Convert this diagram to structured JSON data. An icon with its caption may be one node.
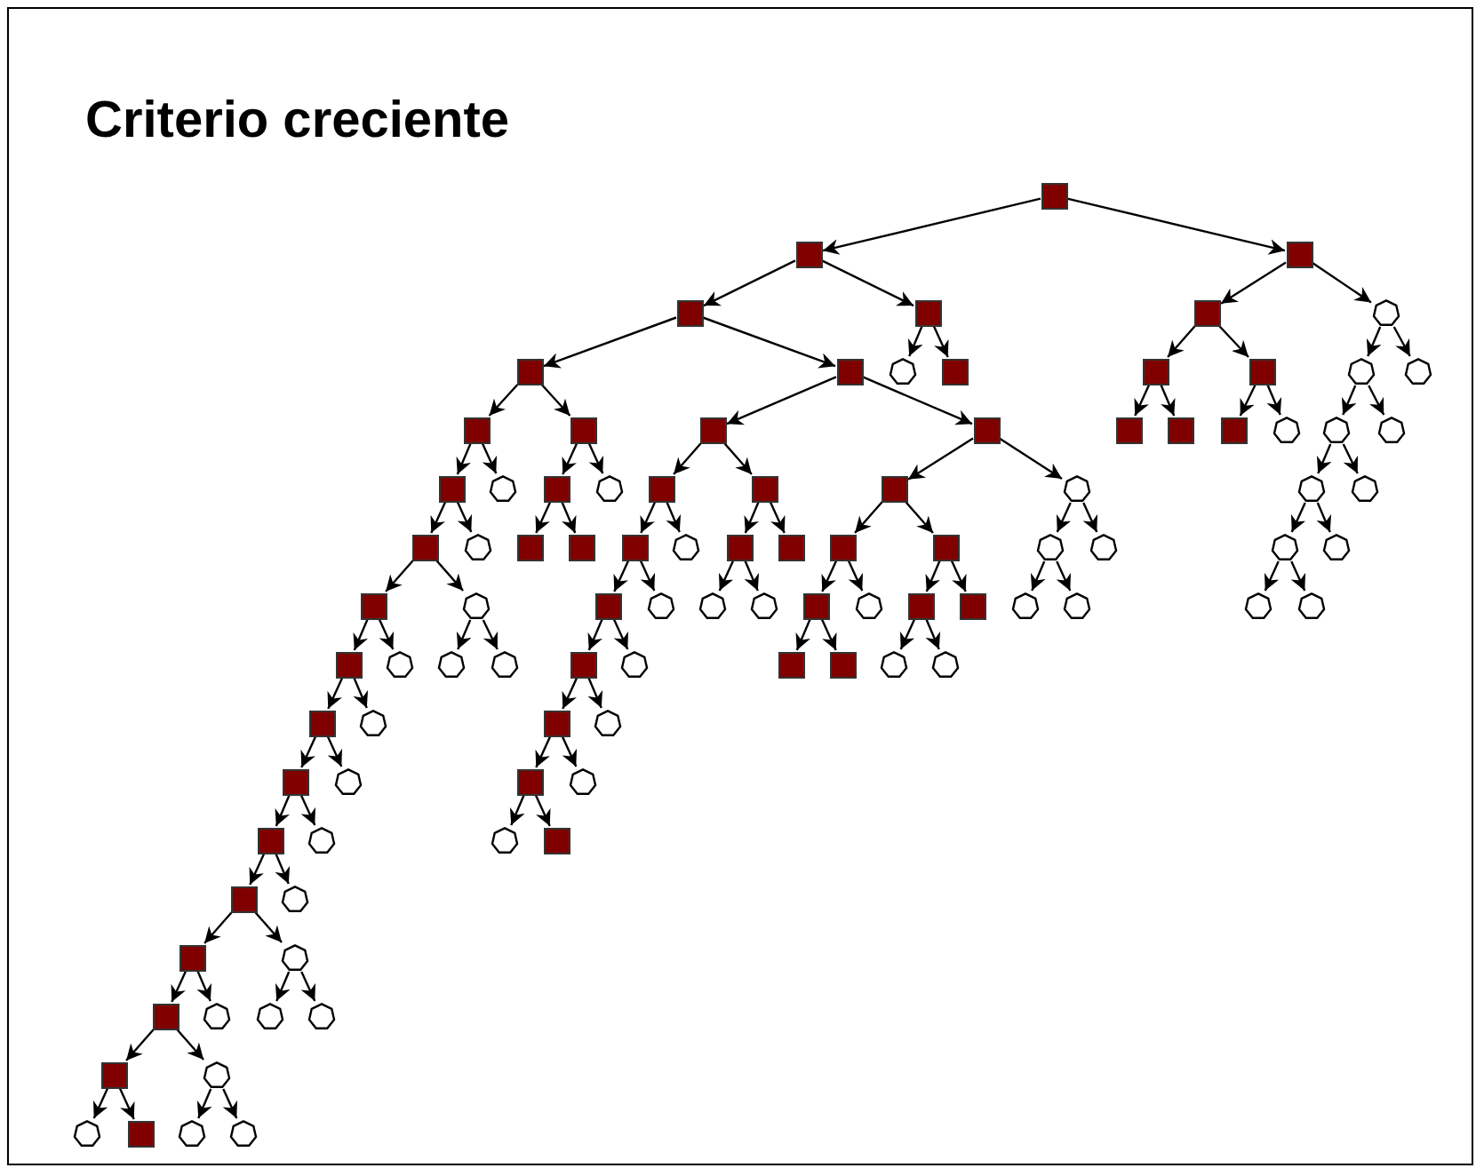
{
  "diagram": {
    "title": "Criterio creciente",
    "nodes": [
      {
        "text": [],
        "shape": "box"
      },
      {
        "text": [],
        "shape": "box"
      },
      {
        "text": [],
        "shape": "box"
      },
      {
        "text": [],
        "shape": "box"
      },
      {
        "text": [],
        "shape": "box"
      },
      {
        "text": [],
        "shape": "box"
      },
      {
        "text": [],
        "shape": "circle"
      },
      {
        "text": [],
        "shape": "box"
      },
      {
        "text": [],
        "shape": "box"
      },
      {
        "text": [],
        "shape": "circle"
      },
      {
        "text": [],
        "shape": "box"
      },
      {
        "text": [],
        "shape": "box"
      },
      {
        "text": [],
        "shape": "box"
      },
      {
        "text": [],
        "shape": "circle"
      },
      {
        "text": [],
        "shape": "circle"
      },
      {
        "text": [],
        "shape": "box"
      },
      {
        "text": [],
        "shape": "box"
      },
      {
        "text": [],
        "shape": "box"
      },
      {
        "text": [],
        "shape": "box"
      },
      {
        "text": [],
        "shape": "box"
      },
      {
        "text": [],
        "shape": "box"
      },
      {
        "text": [],
        "shape": "box"
      },
      {
        "text": [],
        "shape": "circle"
      },
      {
        "text": [],
        "shape": "circle"
      },
      {
        "text": [],
        "shape": "circle"
      },
      {
        "text": [],
        "shape": "box"
      },
      {
        "text": [],
        "shape": "circle"
      },
      {
        "text": [],
        "shape": "box"
      },
      {
        "text": [],
        "shape": "circle"
      },
      {
        "text": [],
        "shape": "box"
      },
      {
        "text": [],
        "shape": "box"
      },
      {
        "text": [],
        "shape": "box"
      },
      {
        "text": [],
        "shape": "circle"
      },
      {
        "text": [],
        "shape": "circle"
      },
      {
        "text": [],
        "shape": "circle"
      },
      {
        "text": [],
        "shape": "box"
      },
      {
        "text": [],
        "shape": "circle"
      },
      {
        "text": [],
        "shape": "box"
      },
      {
        "text": [],
        "shape": "box"
      },
      {
        "text": [],
        "shape": "box"
      },
      {
        "text": [],
        "shape": "circle"
      },
      {
        "text": [],
        "shape": "box"
      },
      {
        "text": [],
        "shape": "box"
      },
      {
        "text": [],
        "shape": "box"
      },
      {
        "text": [],
        "shape": "box"
      },
      {
        "text": [],
        "shape": "circle"
      },
      {
        "text": [],
        "shape": "circle"
      },
      {
        "text": [],
        "shape": "circle"
      },
      {
        "text": [],
        "shape": "circle"
      },
      {
        "text": [],
        "shape": "box"
      },
      {
        "text": [],
        "shape": "circle"
      },
      {
        "text": [],
        "shape": "box"
      },
      {
        "text": [],
        "shape": "circle"
      },
      {
        "text": [],
        "shape": "circle"
      },
      {
        "text": [],
        "shape": "circle"
      },
      {
        "text": [],
        "shape": "box"
      },
      {
        "text": [],
        "shape": "circle"
      },
      {
        "text": [],
        "shape": "box"
      },
      {
        "text": [],
        "shape": "box"
      },
      {
        "text": [],
        "shape": "circle"
      },
      {
        "text": [],
        "shape": "circle"
      },
      {
        "text": [],
        "shape": "circle"
      },
      {
        "text": [],
        "shape": "circle"
      },
      {
        "text": [],
        "shape": "box"
      },
      {
        "text": [],
        "shape": "circle"
      },
      {
        "text": [],
        "shape": "circle"
      },
      {
        "text": [],
        "shape": "circle"
      },
      {
        "text": [],
        "shape": "box"
      },
      {
        "text": [],
        "shape": "circle"
      },
      {
        "text": [],
        "shape": "box"
      },
      {
        "text": [],
        "shape": "box"
      },
      {
        "text": [],
        "shape": "circle"
      },
      {
        "text": [],
        "shape": "circle"
      },
      {
        "text": [],
        "shape": "box"
      },
      {
        "text": [],
        "shape": "circle"
      },
      {
        "text": [],
        "shape": "box"
      },
      {
        "text": [],
        "shape": "circle"
      },
      {
        "text": [],
        "shape": "box"
      },
      {
        "text": [],
        "shape": "circle"
      },
      {
        "text": [],
        "shape": "box"
      },
      {
        "text": [],
        "shape": "circle"
      },
      {
        "text": [],
        "shape": "box"
      },
      {
        "text": [],
        "shape": "circle"
      },
      {
        "text": [],
        "shape": "circle"
      },
      {
        "text": [],
        "shape": "box"
      },
      {
        "text": [],
        "shape": "box"
      },
      {
        "text": [],
        "shape": "circle"
      },
      {
        "text": [],
        "shape": "box"
      },
      {
        "text": [],
        "shape": "circle"
      },
      {
        "text": [],
        "shape": "box"
      },
      {
        "text": [],
        "shape": "circle"
      },
      {
        "text": [],
        "shape": "circle"
      },
      {
        "text": [],
        "shape": "circle"
      },
      {
        "text": [],
        "shape": "box"
      },
      {
        "text": [],
        "shape": "circle"
      },
      {
        "text": [],
        "shape": "circle"
      },
      {
        "text": [],
        "shape": "box"
      },
      {
        "text": [],
        "shape": "circle"
      },
      {
        "text": [],
        "shape": "circle"
      }
    ],
    "edges": [
      {
        "from": 0,
        "to": 1,
        "arrow": "to"
      },
      {
        "from": 0,
        "to": 2,
        "arrow": "to"
      },
      {
        "from": 1,
        "to": 3,
        "arrow": "to"
      },
      {
        "from": 1,
        "to": 4,
        "arrow": "to"
      },
      {
        "from": 2,
        "to": 5,
        "arrow": "to"
      },
      {
        "from": 2,
        "to": 6,
        "arrow": "to"
      },
      {
        "from": 4,
        "to": 9,
        "arrow": "to"
      },
      {
        "from": 4,
        "to": 10,
        "arrow": "to"
      },
      {
        "from": 5,
        "to": 11,
        "arrow": "to"
      },
      {
        "from": 5,
        "to": 12,
        "arrow": "to"
      },
      {
        "from": 6,
        "to": 13,
        "arrow": "to"
      },
      {
        "from": 6,
        "to": 14,
        "arrow": "to"
      },
      {
        "from": 3,
        "to": 7,
        "arrow": "to"
      },
      {
        "from": 3,
        "to": 8,
        "arrow": "to"
      },
      {
        "from": 11,
        "to": 19,
        "arrow": "to"
      },
      {
        "from": 11,
        "to": 20,
        "arrow": "to"
      },
      {
        "from": 12,
        "to": 21,
        "arrow": "to"
      },
      {
        "from": 12,
        "to": 22,
        "arrow": "to"
      },
      {
        "from": 13,
        "to": 23,
        "arrow": "to"
      },
      {
        "from": 13,
        "to": 24,
        "arrow": "to"
      },
      {
        "from": 23,
        "to": 33,
        "arrow": "to"
      },
      {
        "from": 23,
        "to": 34,
        "arrow": "to"
      },
      {
        "from": 33,
        "to": 47,
        "arrow": "to"
      },
      {
        "from": 33,
        "to": 48,
        "arrow": "to"
      },
      {
        "from": 47,
        "to": 61,
        "arrow": "to"
      },
      {
        "from": 47,
        "to": 62,
        "arrow": "to"
      },
      {
        "from": 7,
        "to": 15,
        "arrow": "to"
      },
      {
        "from": 7,
        "to": 16,
        "arrow": "to"
      },
      {
        "from": 8,
        "to": 17,
        "arrow": "to"
      },
      {
        "from": 8,
        "to": 18,
        "arrow": "to"
      },
      {
        "from": 15,
        "to": 25,
        "arrow": "to"
      },
      {
        "from": 15,
        "to": 26,
        "arrow": "to"
      },
      {
        "from": 16,
        "to": 27,
        "arrow": "to"
      },
      {
        "from": 16,
        "to": 28,
        "arrow": "to"
      },
      {
        "from": 17,
        "to": 29,
        "arrow": "to"
      },
      {
        "from": 17,
        "to": 30,
        "arrow": "to"
      },
      {
        "from": 18,
        "to": 31,
        "arrow": "to"
      },
      {
        "from": 18,
        "to": 32,
        "arrow": "to"
      },
      {
        "from": 25,
        "to": 35,
        "arrow": "to"
      },
      {
        "from": 25,
        "to": 36,
        "arrow": "to"
      },
      {
        "from": 27,
        "to": 37,
        "arrow": "to"
      },
      {
        "from": 27,
        "to": 38,
        "arrow": "to"
      },
      {
        "from": 29,
        "to": 39,
        "arrow": "to"
      },
      {
        "from": 29,
        "to": 40,
        "arrow": "to"
      },
      {
        "from": 30,
        "to": 41,
        "arrow": "to"
      },
      {
        "from": 30,
        "to": 42,
        "arrow": "to"
      },
      {
        "from": 31,
        "to": 43,
        "arrow": "to"
      },
      {
        "from": 31,
        "to": 44,
        "arrow": "to"
      },
      {
        "from": 32,
        "to": 45,
        "arrow": "to"
      },
      {
        "from": 32,
        "to": 46,
        "arrow": "to"
      },
      {
        "from": 35,
        "to": 49,
        "arrow": "to"
      },
      {
        "from": 35,
        "to": 50,
        "arrow": "to"
      },
      {
        "from": 39,
        "to": 51,
        "arrow": "to"
      },
      {
        "from": 39,
        "to": 52,
        "arrow": "to"
      },
      {
        "from": 41,
        "to": 53,
        "arrow": "to"
      },
      {
        "from": 41,
        "to": 54,
        "arrow": "to"
      },
      {
        "from": 43,
        "to": 55,
        "arrow": "to"
      },
      {
        "from": 43,
        "to": 56,
        "arrow": "to"
      },
      {
        "from": 44,
        "to": 57,
        "arrow": "to"
      },
      {
        "from": 44,
        "to": 58,
        "arrow": "to"
      },
      {
        "from": 45,
        "to": 59,
        "arrow": "to"
      },
      {
        "from": 45,
        "to": 60,
        "arrow": "to"
      },
      {
        "from": 49,
        "to": 63,
        "arrow": "to"
      },
      {
        "from": 49,
        "to": 64,
        "arrow": "to"
      },
      {
        "from": 50,
        "to": 65,
        "arrow": "to"
      },
      {
        "from": 50,
        "to": 66,
        "arrow": "to"
      },
      {
        "from": 51,
        "to": 67,
        "arrow": "to"
      },
      {
        "from": 51,
        "to": 68,
        "arrow": "to"
      },
      {
        "from": 55,
        "to": 69,
        "arrow": "to"
      },
      {
        "from": 55,
        "to": 70,
        "arrow": "to"
      },
      {
        "from": 57,
        "to": 71,
        "arrow": "to"
      },
      {
        "from": 57,
        "to": 72,
        "arrow": "to"
      },
      {
        "from": 63,
        "to": 73,
        "arrow": "to"
      },
      {
        "from": 63,
        "to": 74,
        "arrow": "to"
      },
      {
        "from": 67,
        "to": 75,
        "arrow": "to"
      },
      {
        "from": 67,
        "to": 76,
        "arrow": "to"
      },
      {
        "from": 73,
        "to": 77,
        "arrow": "to"
      },
      {
        "from": 73,
        "to": 78,
        "arrow": "to"
      },
      {
        "from": 75,
        "to": 79,
        "arrow": "to"
      },
      {
        "from": 75,
        "to": 80,
        "arrow": "to"
      },
      {
        "from": 77,
        "to": 81,
        "arrow": "to"
      },
      {
        "from": 77,
        "to": 82,
        "arrow": "to"
      },
      {
        "from": 79,
        "to": 83,
        "arrow": "to"
      },
      {
        "from": 79,
        "to": 84,
        "arrow": "to"
      },
      {
        "from": 81,
        "to": 85,
        "arrow": "to"
      },
      {
        "from": 81,
        "to": 86,
        "arrow": "to"
      },
      {
        "from": 85,
        "to": 87,
        "arrow": "to"
      },
      {
        "from": 85,
        "to": 88,
        "arrow": "to"
      },
      {
        "from": 87,
        "to": 89,
        "arrow": "to"
      },
      {
        "from": 87,
        "to": 90,
        "arrow": "to"
      },
      {
        "from": 88,
        "to": 91,
        "arrow": "to"
      },
      {
        "from": 88,
        "to": 92,
        "arrow": "to"
      },
      {
        "from": 89,
        "to": 93,
        "arrow": "to"
      },
      {
        "from": 89,
        "to": 94,
        "arrow": "to"
      },
      {
        "from": 93,
        "to": 95,
        "arrow": "to"
      },
      {
        "from": 93,
        "to": 96,
        "arrow": "to"
      },
      {
        "from": 94,
        "to": 97,
        "arrow": "to"
      },
      {
        "from": 94,
        "to": 98,
        "arrow": "to"
      }
    ]
  }
}
